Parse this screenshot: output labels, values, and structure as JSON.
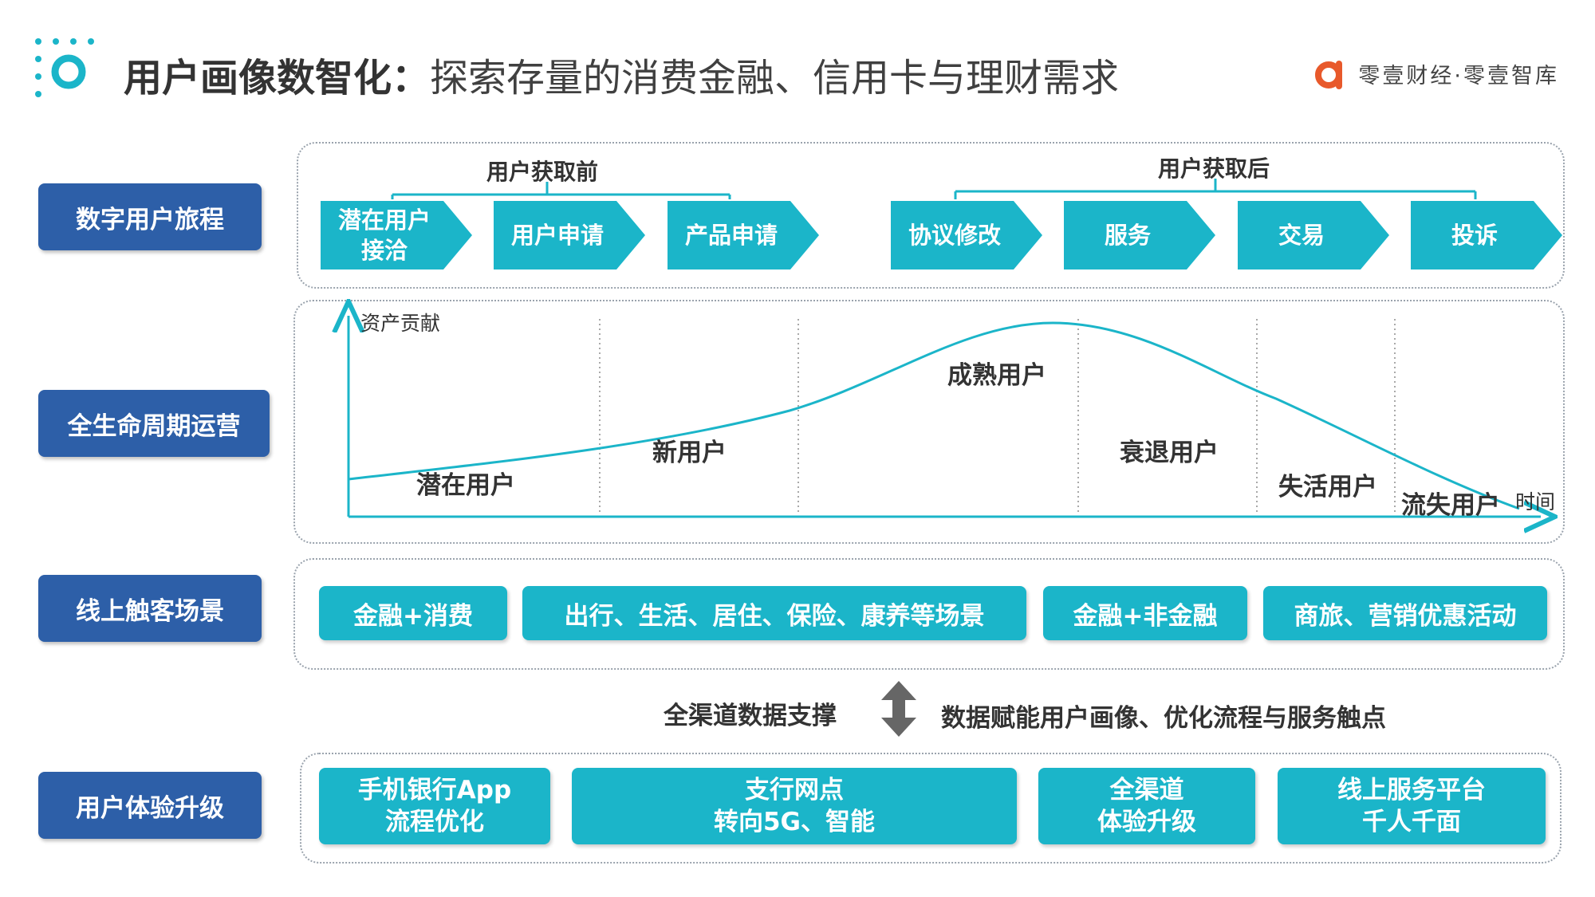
{
  "header": {
    "title_bold": "用户画像数智化：",
    "title_rest": "探索存量的消费金融、信用卡与理财需求",
    "brand_text": "零壹财经·零壹智库",
    "logo_icon": "dot-ring-icon",
    "brand_icon": "brand-a-icon"
  },
  "colors": {
    "row_label_bg": "#2d5fa8",
    "teal": "#1bb5c9",
    "brand_orange": "#e8592b",
    "panel_border": "#9aa3ad"
  },
  "rows": {
    "journey": "数字用户旅程",
    "lifecycle": "全生命周期运营",
    "scenes": "线上触客场景",
    "experience": "用户体验升级"
  },
  "journey": {
    "before_label": "用户获取前",
    "after_label": "用户获取后",
    "steps": [
      "潜在用户\n接洽",
      "用户申请",
      "产品申请",
      "协议修改",
      "服务",
      "交易",
      "投诉"
    ]
  },
  "lifecycle": {
    "y_axis": "资产贡献",
    "x_axis": "时间",
    "stages": [
      "潜在用户",
      "新用户",
      "成熟用户",
      "衰退用户",
      "失活用户",
      "流失用户"
    ]
  },
  "scenes": [
    "金融+消费",
    "出行、生活、居住、保险、康养等场景",
    "金融+非金融",
    "商旅、营销优惠活动"
  ],
  "support": {
    "left": "全渠道数据支撑",
    "right": "数据赋能用户画像、优化流程与服务触点",
    "icon": "double-arrow-vertical-icon"
  },
  "experience": [
    "手机银行App\n流程优化",
    "支行网点\n转向5G、智能",
    "全渠道\n体验升级",
    "线上服务平台\n千人千面"
  ]
}
